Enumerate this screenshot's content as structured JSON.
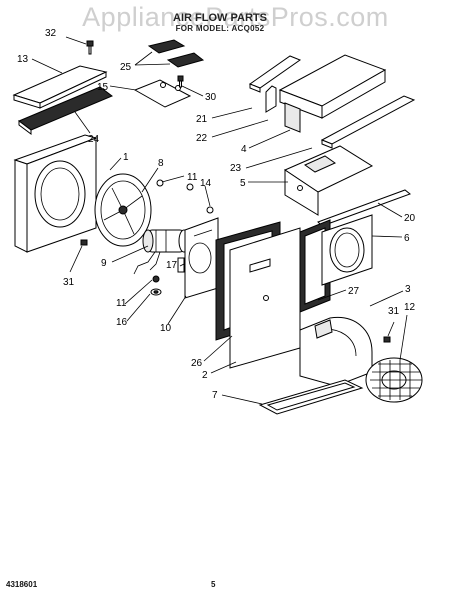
{
  "watermark": "AppliancePartsPros.com",
  "header": {
    "title": "AIR FLOW PARTS",
    "subtitle": "FOR MODEL: ACQ052"
  },
  "footer": {
    "doc_number": "4318601",
    "page_number": "5"
  },
  "callouts": {
    "c32": "32",
    "c13": "13",
    "c25": "25",
    "c15": "15",
    "c30": "30",
    "c24": "24",
    "c21": "21",
    "c22": "22",
    "c4": "4",
    "c23": "23",
    "c1": "1",
    "c8": "8",
    "c11a": "11",
    "c14": "14",
    "c5": "5",
    "c20": "20",
    "c6": "6",
    "c9": "9",
    "c31a": "31",
    "c17": "17",
    "c3": "3",
    "c27": "27",
    "c31b": "31",
    "c12": "12",
    "c11b": "11",
    "c16": "16",
    "c10": "10",
    "c26": "26",
    "c2": "2",
    "c7": "7"
  }
}
